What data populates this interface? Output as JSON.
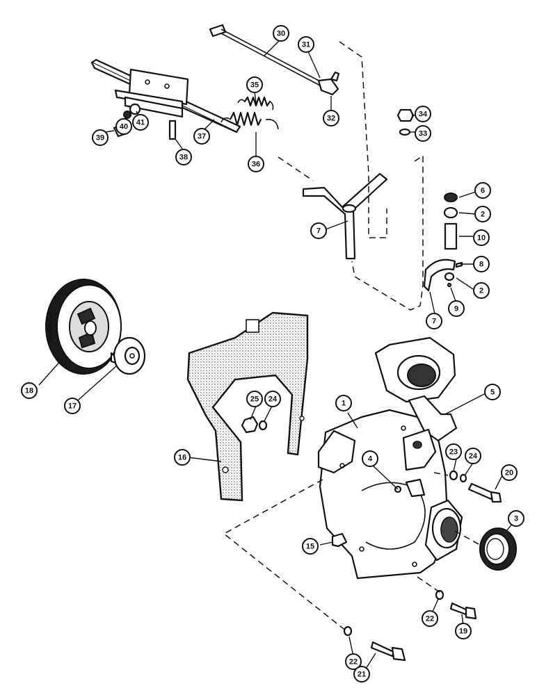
{
  "callouts": [
    {
      "id": "c30",
      "label": "30"
    },
    {
      "id": "c31",
      "label": "31"
    },
    {
      "id": "c32",
      "label": "32"
    },
    {
      "id": "c35",
      "label": "35"
    },
    {
      "id": "c36",
      "label": "36"
    },
    {
      "id": "c37",
      "label": "37"
    },
    {
      "id": "c38",
      "label": "38"
    },
    {
      "id": "c39",
      "label": "39"
    },
    {
      "id": "c40",
      "label": "40"
    },
    {
      "id": "c41",
      "label": "41"
    },
    {
      "id": "c34",
      "label": "34"
    },
    {
      "id": "c33",
      "label": "33"
    },
    {
      "id": "c6",
      "label": "6"
    },
    {
      "id": "c2a",
      "label": "2"
    },
    {
      "id": "c10",
      "label": "10"
    },
    {
      "id": "c8",
      "label": "8"
    },
    {
      "id": "c2b",
      "label": "2"
    },
    {
      "id": "c9",
      "label": "9"
    },
    {
      "id": "c7a",
      "label": "7"
    },
    {
      "id": "c7b",
      "label": "7"
    },
    {
      "id": "c18",
      "label": "18"
    },
    {
      "id": "c17",
      "label": "17"
    },
    {
      "id": "c1",
      "label": "1"
    },
    {
      "id": "c5",
      "label": "5"
    },
    {
      "id": "c25",
      "label": "25"
    },
    {
      "id": "c24a",
      "label": "24"
    },
    {
      "id": "c16",
      "label": "16"
    },
    {
      "id": "c4",
      "label": "4"
    },
    {
      "id": "c23",
      "label": "23"
    },
    {
      "id": "c24b",
      "label": "24"
    },
    {
      "id": "c20",
      "label": "20"
    },
    {
      "id": "c3",
      "label": "3"
    },
    {
      "id": "c15",
      "label": "15"
    },
    {
      "id": "c22a",
      "label": "22"
    },
    {
      "id": "c19",
      "label": "19"
    },
    {
      "id": "c22b",
      "label": "22"
    },
    {
      "id": "c21",
      "label": "21"
    }
  ]
}
